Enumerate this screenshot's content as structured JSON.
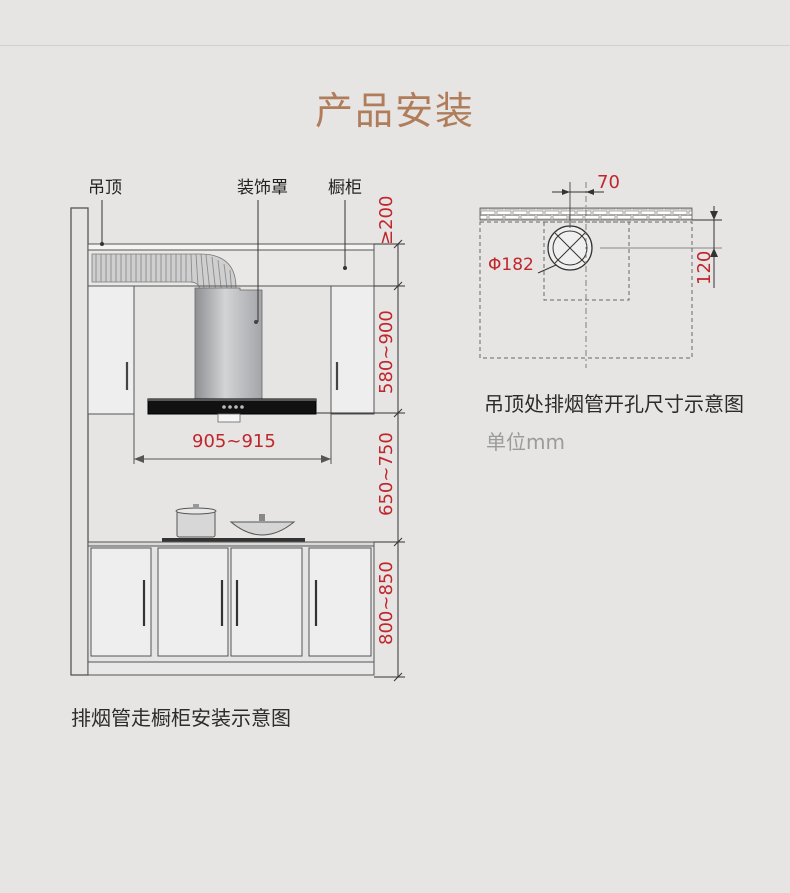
{
  "header": {
    "title": "产品安装"
  },
  "left_diagram": {
    "label_ceiling": "吊顶",
    "label_cover": "装饰罩",
    "label_cabinet": "橱柜",
    "dim_top": "≥200",
    "dim_hood_height": "580~900",
    "dim_width": "905~915",
    "dim_cook_height": "650~750",
    "dim_counter_height": "800~850",
    "caption": "排烟管走橱柜安装示意图"
  },
  "right_diagram": {
    "dim_70": "70",
    "dim_diameter": "Φ182",
    "dim_120": "120",
    "caption": "吊顶处排烟管开孔尺寸示意图",
    "unit": "单位mm"
  },
  "colors": {
    "accent_title": "#b07d5b",
    "dimension_red": "#c0262c",
    "line_dark": "#333333"
  }
}
